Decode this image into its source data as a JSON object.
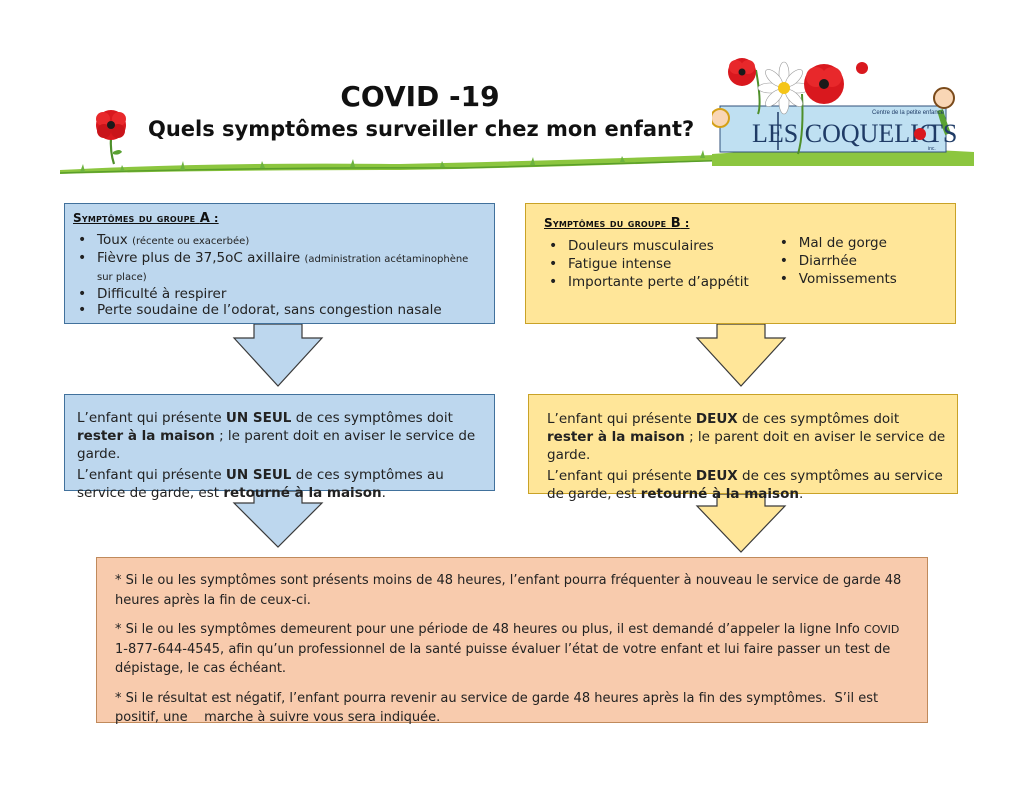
{
  "header": {
    "title": "COVID -19",
    "subtitle": "Quels symptômes surveiller chez mon enfant?"
  },
  "logo": {
    "name": "LES COQUELICOTS",
    "tagline": "Centre de la petite enfance",
    "suffix": "inc."
  },
  "group_a": {
    "heading_prefix": "Symptômes du groupe ",
    "heading_letter": "A",
    "heading_suffix": " :",
    "items": [
      {
        "main": "Toux ",
        "note": "(récente ou exacerbée)"
      },
      {
        "main": "Fièvre plus de 37,5oC axillaire ",
        "note": "(administration acétaminophène sur place)"
      },
      {
        "main": "Difficulté à respirer",
        "note": ""
      },
      {
        "main": "Perte soudaine de l’odorat, sans congestion nasale",
        "note": ""
      }
    ],
    "result": {
      "p1_a": "L’enfant qui présente ",
      "p1_b": "UN SEUL",
      "p1_c": " de ces symptômes doit ",
      "p1_d": "rester à la maison",
      "p1_e": " ; le parent doit en aviser le service de garde.",
      "p2_a": "L’enfant qui présente ",
      "p2_b": "UN SEUL",
      "p2_c": " de ces symptômes au service de garde, est ",
      "p2_d": "retourné à la maison",
      "p2_e": "."
    }
  },
  "group_b": {
    "heading_prefix": "Symptômes du groupe ",
    "heading_letter": "B",
    "heading_suffix": " :",
    "col1": [
      "Douleurs musculaires",
      "Fatigue intense",
      "Importante perte d’appétit"
    ],
    "col2": [
      "Mal de gorge",
      "Diarrhée",
      "Vomissements"
    ],
    "result": {
      "p1_a": "L’enfant qui présente ",
      "p1_b": "DEUX",
      "p1_c": " de ces symptômes doit ",
      "p1_d": "rester à la maison",
      "p1_e": " ; le parent doit en aviser le service de garde.",
      "p2_a": "L’enfant qui présente ",
      "p2_b": "DEUX",
      "p2_c": " de ces symptômes au service de garde, est ",
      "p2_d": "retourné à la maison",
      "p2_e": "."
    }
  },
  "notes": {
    "n1": "* Si le ou les symptômes sont présents moins de 48 heures, l’enfant pourra fréquenter à nouveau le service de garde 48 heures après la fin de ceux-ci.",
    "n2_a": "* Si le ou les symptômes demeurent pour une période de 48 heures ou plus, il est demandé d’appeler la ligne Info ",
    "n2_b": "COVID",
    "n2_c": " 1-877-644-4545, afin qu’un professionnel de la santé puisse évaluer l’état de votre enfant et lui faire passer un test de dépistage, le cas échéant.",
    "n3": "* Si le résultat est négatif, l’enfant pourra revenir au service de garde 48 heures après la fin des symptômes.  S’il est positif, une    marche à suivre vous sera indiquée."
  },
  "colors": {
    "blue_box": "#bdd7ee",
    "yellow_box": "#ffe699",
    "peach_box": "#f8cbad",
    "flower_red": "#d9181e",
    "grass_green": "#6db33f"
  }
}
